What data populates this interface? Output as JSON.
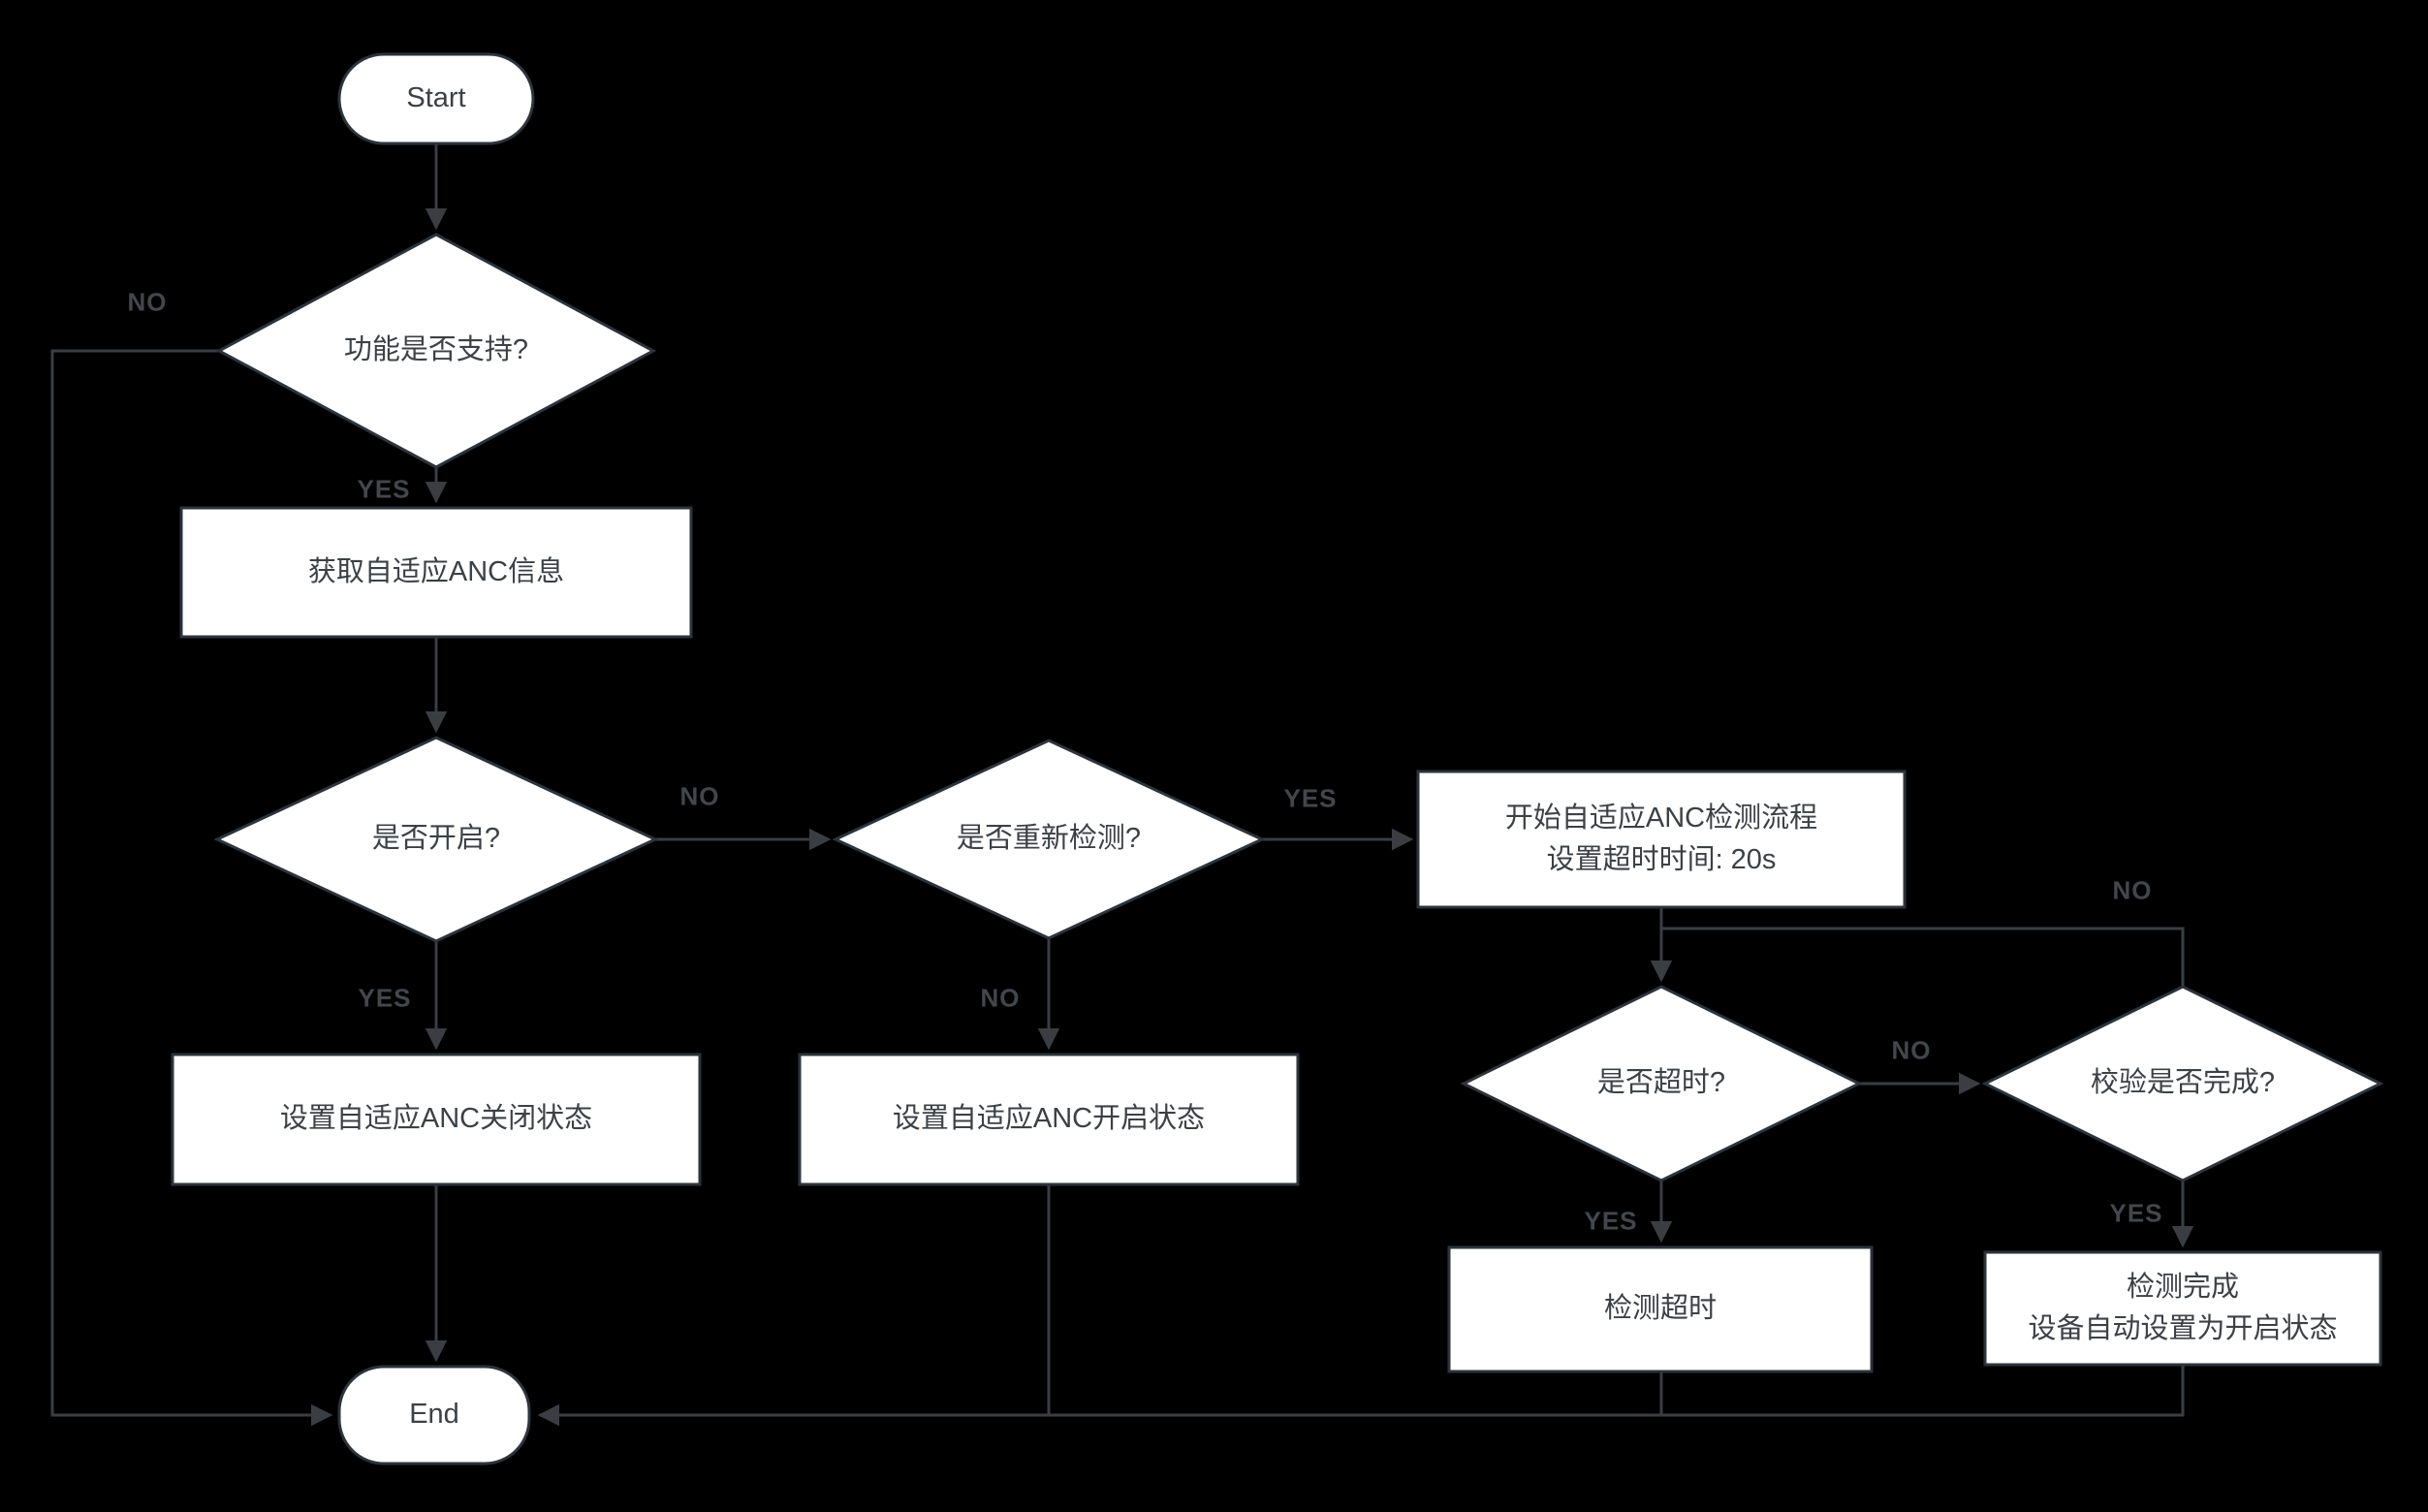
{
  "diagram": {
    "background_color": "#000000",
    "node_fill_color": "#ffffff",
    "node_border_color": "#2c333b",
    "node_text_color": "#3c4146",
    "edge_color": "#3a3e43",
    "edge_label_color": "#43474c"
  },
  "nodes": {
    "start": {
      "type": "terminator",
      "label": "Start"
    },
    "d1": {
      "type": "decision",
      "label": "功能是否支持?"
    },
    "r1": {
      "type": "process",
      "label": "获取自适应ANC信息"
    },
    "d2": {
      "type": "decision",
      "label": "是否开启?"
    },
    "d3": {
      "type": "decision",
      "label": "是否重新检测?"
    },
    "r4": {
      "type": "process",
      "line1": "开始自适应ANC检测流程",
      "line2": "设置超时时间: 20s"
    },
    "r2": {
      "type": "process",
      "label": "设置自适应ANC关闭状态"
    },
    "r3": {
      "type": "process",
      "label": "设置自适应ANC开启状态"
    },
    "d4": {
      "type": "decision",
      "label": "是否超时?"
    },
    "d5": {
      "type": "decision",
      "label": "校验是否完成?"
    },
    "r5": {
      "type": "process",
      "label": "检测超时"
    },
    "r6": {
      "type": "process",
      "line1": "检测完成",
      "line2": "设备自动设置为开启状态"
    },
    "end": {
      "type": "terminator",
      "label": "End"
    }
  },
  "edges": [
    {
      "from": "start",
      "to": "d1",
      "label": ""
    },
    {
      "from": "d1",
      "to": "end",
      "label": "NO"
    },
    {
      "from": "d1",
      "to": "r1",
      "label": "YES"
    },
    {
      "from": "r1",
      "to": "d2",
      "label": ""
    },
    {
      "from": "d2",
      "to": "r2",
      "label": "YES"
    },
    {
      "from": "d2",
      "to": "d3",
      "label": "NO"
    },
    {
      "from": "d3",
      "to": "r3",
      "label": "NO"
    },
    {
      "from": "d3",
      "to": "r4",
      "label": "YES"
    },
    {
      "from": "r4",
      "to": "d4",
      "label": ""
    },
    {
      "from": "d5",
      "to": "d4",
      "label": "NO"
    },
    {
      "from": "d4",
      "to": "d5",
      "label": "NO"
    },
    {
      "from": "d4",
      "to": "r5",
      "label": "YES"
    },
    {
      "from": "d5",
      "to": "r6",
      "label": "YES"
    },
    {
      "from": "r2",
      "to": "end",
      "label": ""
    },
    {
      "from": "r3",
      "to": "end",
      "label": ""
    },
    {
      "from": "r5",
      "to": "end",
      "label": ""
    },
    {
      "from": "r6",
      "to": "end",
      "label": ""
    }
  ]
}
